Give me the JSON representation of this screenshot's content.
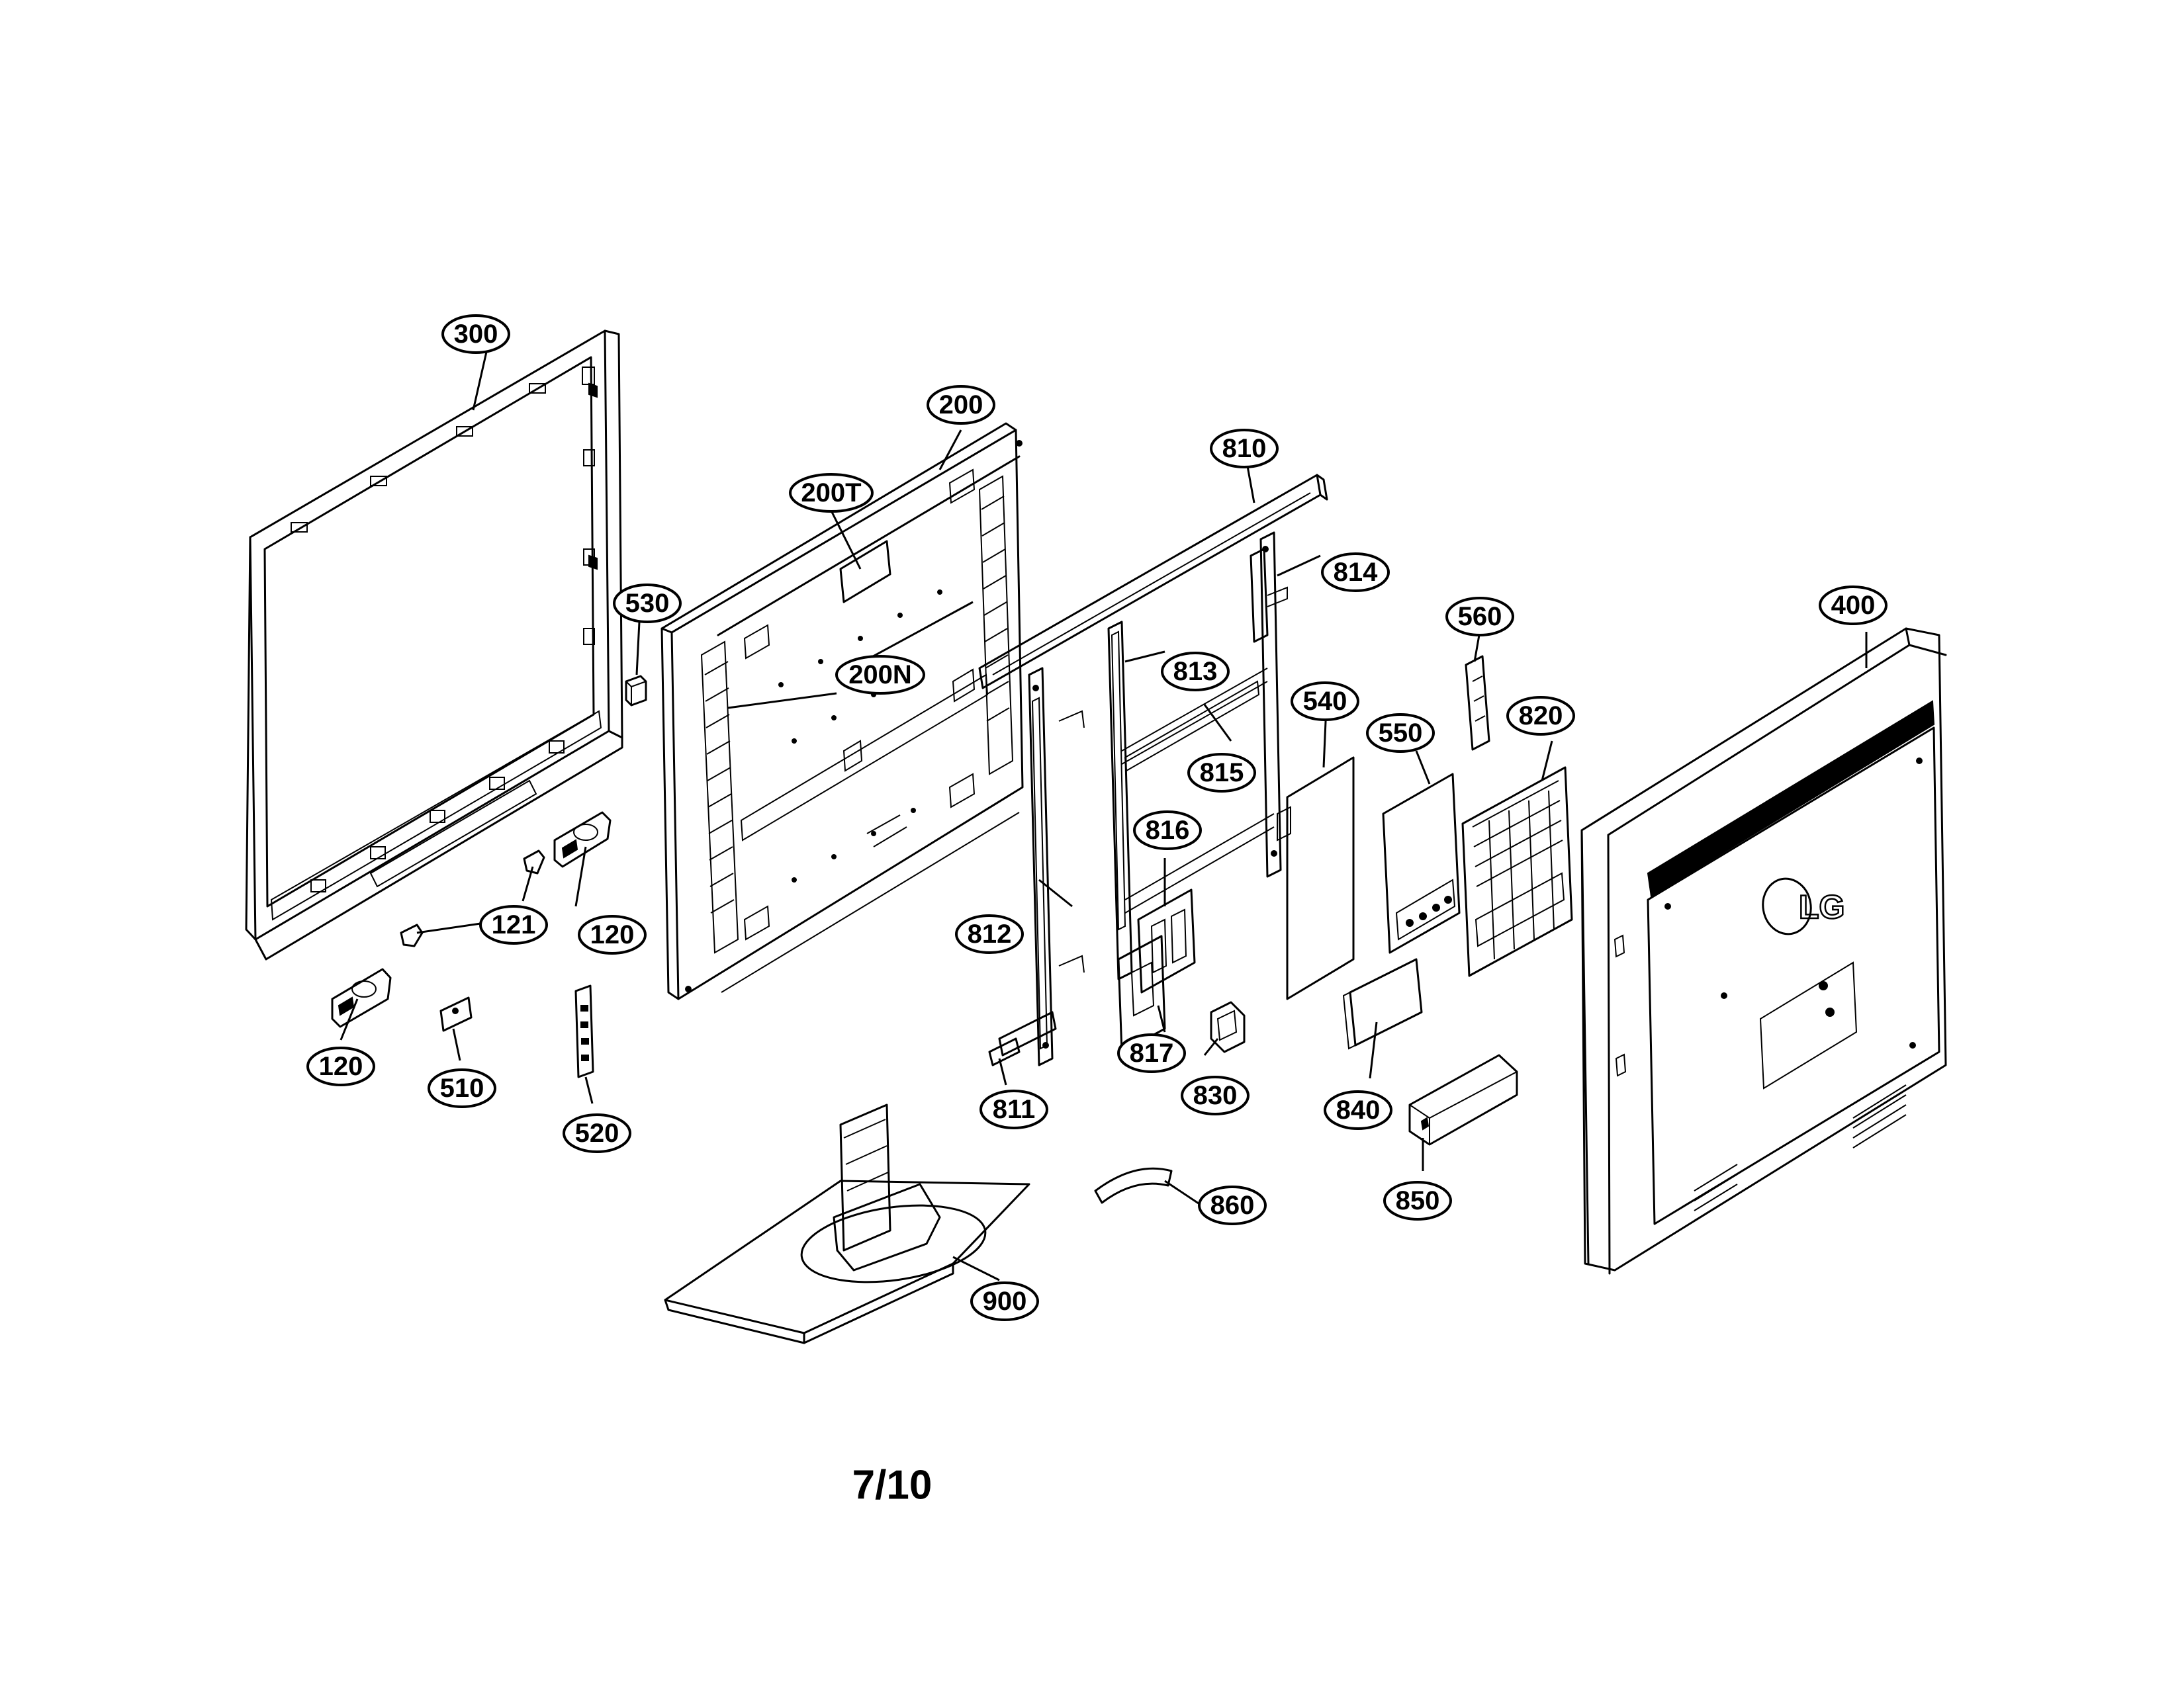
{
  "diagram": {
    "callouts": [
      {
        "id": "c300",
        "label": "300"
      },
      {
        "id": "c200",
        "label": "200"
      },
      {
        "id": "c200T",
        "label": "200T"
      },
      {
        "id": "c200N",
        "label": "200N"
      },
      {
        "id": "c530",
        "label": "530"
      },
      {
        "id": "c810",
        "label": "810"
      },
      {
        "id": "c814",
        "label": "814"
      },
      {
        "id": "c813",
        "label": "813"
      },
      {
        "id": "c815",
        "label": "815"
      },
      {
        "id": "c816",
        "label": "816"
      },
      {
        "id": "c812",
        "label": "812"
      },
      {
        "id": "c817",
        "label": "817"
      },
      {
        "id": "c811",
        "label": "811"
      },
      {
        "id": "c830",
        "label": "830"
      },
      {
        "id": "c540",
        "label": "540"
      },
      {
        "id": "c550",
        "label": "550"
      },
      {
        "id": "c560",
        "label": "560"
      },
      {
        "id": "c820",
        "label": "820"
      },
      {
        "id": "c840",
        "label": "840"
      },
      {
        "id": "c850",
        "label": "850"
      },
      {
        "id": "c860",
        "label": "860"
      },
      {
        "id": "c900",
        "label": "900"
      },
      {
        "id": "c400",
        "label": "400"
      },
      {
        "id": "c121",
        "label": "121"
      },
      {
        "id": "c120a",
        "label": "120"
      },
      {
        "id": "c120b",
        "label": "120"
      },
      {
        "id": "c510",
        "label": "510"
      },
      {
        "id": "c520",
        "label": "520"
      }
    ],
    "logo": "LG",
    "page_number": "7/10"
  }
}
